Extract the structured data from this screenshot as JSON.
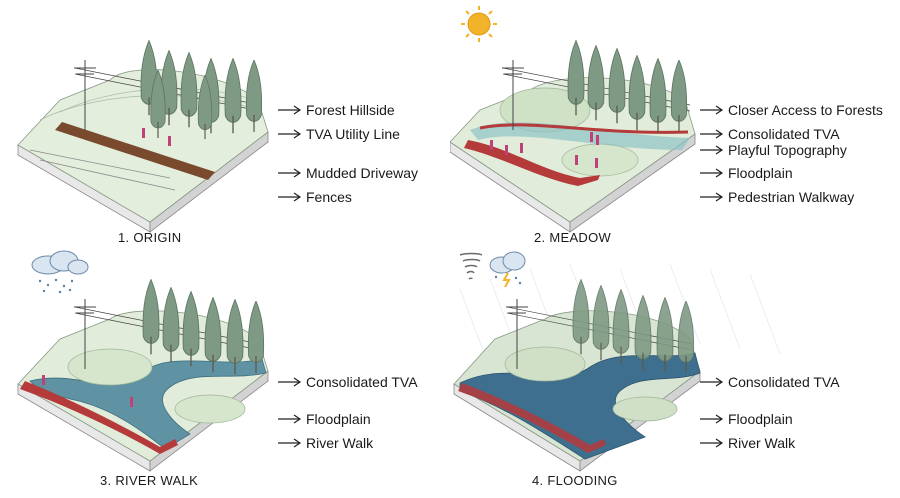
{
  "panels": [
    {
      "caption": "1. ORIGIN",
      "labels": [
        "Forest Hillside",
        "TVA Utility Line",
        "Mudded Driveway",
        "Fences"
      ]
    },
    {
      "caption": "2. MEADOW",
      "labels": [
        "Closer Access to Forests",
        "Consolidated TVA",
        "Playful Topography",
        "Floodplain",
        "Pedestrian Walkway"
      ]
    },
    {
      "caption": "3. RIVER WALK",
      "labels": [
        "Consolidated TVA",
        "Floodplain",
        "River Walk"
      ]
    },
    {
      "caption": "4. FLOODING",
      "labels": [
        "Consolidated TVA",
        "Floodplain",
        "River Walk"
      ]
    }
  ],
  "weather_icons": {
    "panel2": "sun-icon",
    "panel3": "rain-cloud-icon",
    "panel4": [
      "tornado-icon",
      "storm-cloud-icon"
    ]
  },
  "colors": {
    "ground": "#dfead6",
    "trees": "#7f9a84",
    "path": "#b53a3a",
    "water": "#5f93a3",
    "flood_water": "#3f6f8f",
    "people": "#c0407a",
    "sun": "#f2b22a"
  }
}
